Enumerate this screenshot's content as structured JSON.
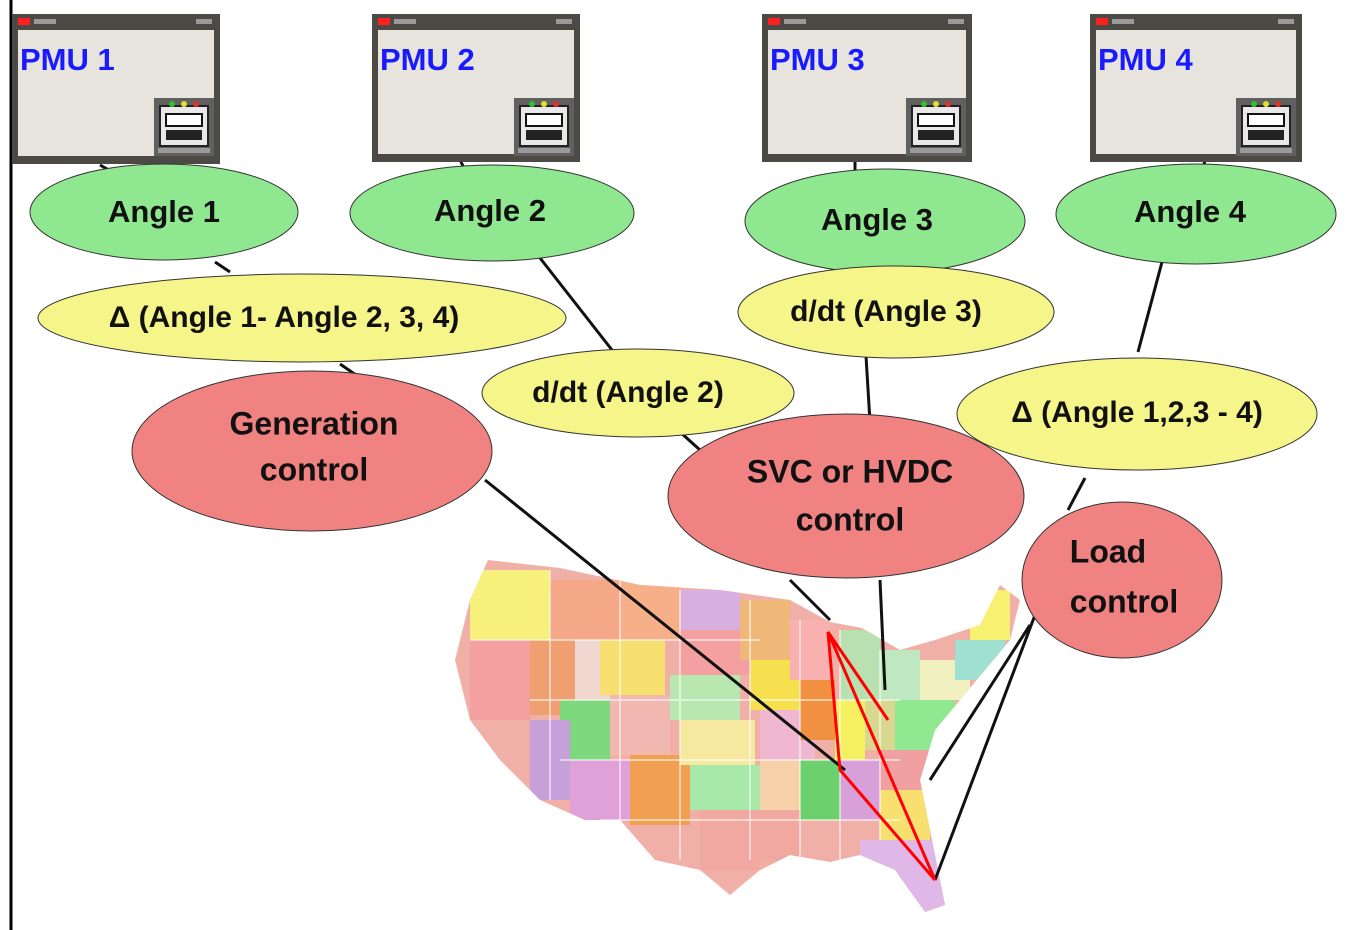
{
  "pmus": [
    {
      "label": "PMU 1"
    },
    {
      "label": "PMU 2"
    },
    {
      "label": "PMU 3"
    },
    {
      "label": "PMU 4"
    }
  ],
  "angles": [
    {
      "label": "Angle 1"
    },
    {
      "label": "Angle 2"
    },
    {
      "label": "Angle 3"
    },
    {
      "label": "Angle 4"
    }
  ],
  "computations": {
    "delta_1": "Δ (Angle 1- Angle 2, 3, 4)",
    "ddt_2": "d/dt (Angle 2)",
    "ddt_3": "d/dt (Angle 3)",
    "delta_4": "Δ (Angle 1,2,3 - 4)"
  },
  "controls": {
    "generation": [
      "Generation",
      "control"
    ],
    "svc_hvdc": [
      "SVC or HVDC",
      "control"
    ],
    "load": [
      "Load",
      "control"
    ]
  },
  "colors": {
    "angle_fill": "#8fe88f",
    "computation_fill": "#f5f58a",
    "control_fill": "#f08282",
    "pmu_title": "#1a1aff",
    "triangle": "#ff0000"
  }
}
